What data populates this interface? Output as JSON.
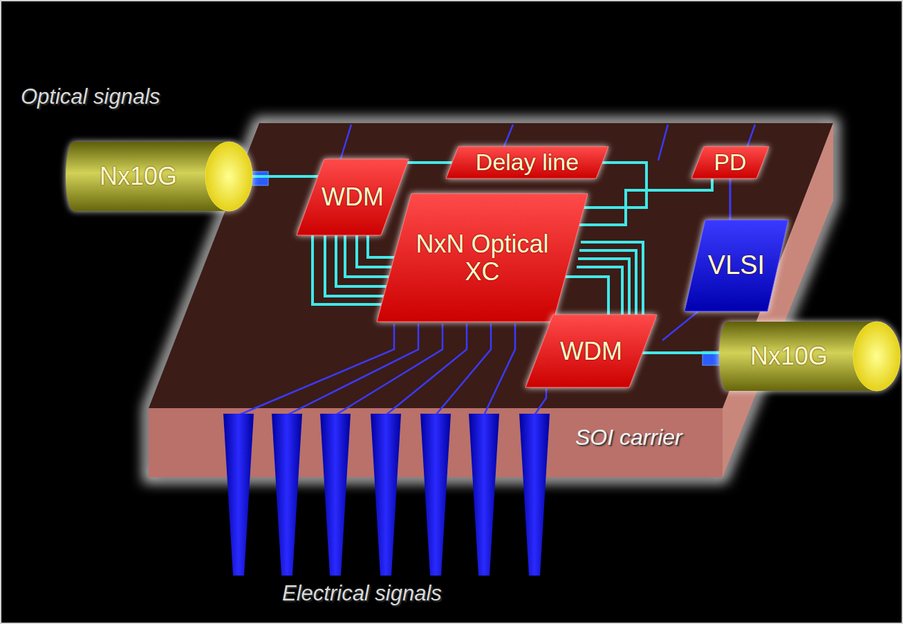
{
  "diagram": {
    "nodes": [
      {
        "text": [
          "Nx10G"
        ]
      },
      {
        "text": [
          "WDM"
        ]
      },
      {
        "text": [
          "Delay line"
        ]
      },
      {
        "text": [
          "PD"
        ]
      },
      {
        "text": [
          "NxN Optical XC"
        ]
      },
      {
        "text": [
          "VLSI"
        ]
      },
      {
        "text": [
          "WDM"
        ]
      },
      {
        "text": [
          "Nx10G"
        ]
      }
    ],
    "edges": [
      {
        "from": 0,
        "to": 1,
        "arrow": "none"
      },
      {
        "from": 1,
        "to": 2,
        "arrow": "none"
      },
      {
        "from": 1,
        "to": 4,
        "arrow": "none"
      },
      {
        "from": 2,
        "to": 4,
        "arrow": "none"
      },
      {
        "from": 4,
        "to": 3,
        "arrow": "none"
      },
      {
        "from": 3,
        "to": 5,
        "arrow": "none"
      },
      {
        "from": 4,
        "to": 6,
        "arrow": "none"
      },
      {
        "from": 6,
        "to": 7,
        "arrow": "none"
      }
    ],
    "labels": [
      "Optical signals",
      "SOI carrier",
      "Electrical signals"
    ]
  }
}
